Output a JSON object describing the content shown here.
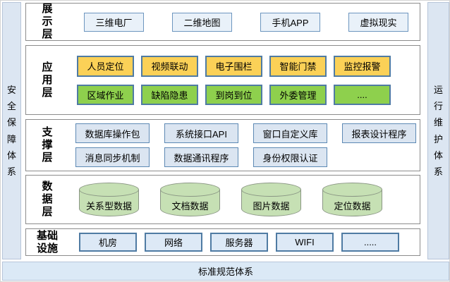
{
  "diagram": {
    "left_bar": "安全保障体系",
    "right_bar": "运行维护体系",
    "bottom_bar": "标准规范体系",
    "layers": [
      {
        "label": "展示层",
        "rows": [
          {
            "items": [
              "三维电厂",
              "二维地图",
              "手机APP",
              "虚拟现实"
            ]
          }
        ]
      },
      {
        "label": "应用层",
        "rows": [
          {
            "items": [
              "人员定位",
              "视频联动",
              "电子围栏",
              "智能门禁",
              "监控报警"
            ]
          },
          {
            "items": [
              "区域作业",
              "缺陷隐患",
              "到岗到位",
              "外委管理",
              "...."
            ]
          }
        ]
      },
      {
        "label": "支撑层",
        "rows": [
          {
            "items": [
              "数据库操作包",
              "系统接口API",
              "窗口自定义库",
              "报表设计程序"
            ]
          },
          {
            "items": [
              "消息同步机制",
              "数据通讯程序",
              "身份权限认证"
            ]
          }
        ]
      },
      {
        "label": "数据层",
        "rows": [
          {
            "items": [
              "关系型数据",
              "文档数据",
              "图片数据",
              "定位数据"
            ]
          }
        ]
      },
      {
        "label": "基础设施",
        "rows": [
          {
            "items": [
              "机房",
              "网络",
              "服务器",
              "WIFI",
              "....."
            ]
          }
        ]
      }
    ],
    "colors": {
      "presentation_box_fill": "#e9f1f9",
      "app_box_yellow": "#fbd157",
      "app_box_green": "#8ed04d",
      "support_box_fill": "#dbe5f1",
      "infra_box_fill": "#dde9f6",
      "cylinder_fill": "#c6e0b4",
      "frame_bar_fill": "#dce6f2",
      "box_border_blue": "#4f7ba3",
      "layer_border_gray": "#8c8c8c"
    }
  }
}
